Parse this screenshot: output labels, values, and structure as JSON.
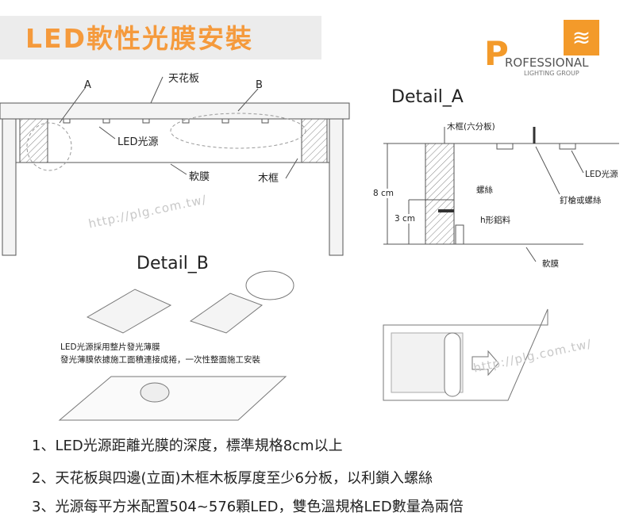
{
  "title": "LED軟性光膜安裝",
  "logo": {
    "main": "ROFESSIONAL",
    "initial": "P",
    "sub": "LIGHTING GROUP",
    "brand_color": "#f39a2a"
  },
  "main_diagram": {
    "ceiling": "天花板",
    "a": "A",
    "b": "B",
    "led": "LED光源",
    "film": "軟膜",
    "frame": "木框"
  },
  "watermark": "http://plg.com.tw/",
  "detail_a": {
    "title": "Detail_A",
    "frame": "木框(六分板)",
    "led": "LED光源",
    "screw": "螺絲",
    "nail": "釘槍或螺絲",
    "h8": "8 cm",
    "h3": "3 cm",
    "profile": "h形鋁料",
    "film": "軟膜"
  },
  "detail_b": {
    "title": "Detail_B",
    "line1": "LED光源採用整片發光薄膜",
    "line2": "發光薄膜依據施工面積連接成捲，一次性整面施工安裝"
  },
  "notes": [
    "1、LED光源距離光膜的深度，標準規格8cm以上",
    "2、天花板與四邊(立面)木框木板厚度至少6分板，以利鎖入螺絲",
    "3、光源每平方米配置504~576顆LED，雙色溫規格LED數量為兩倍"
  ]
}
